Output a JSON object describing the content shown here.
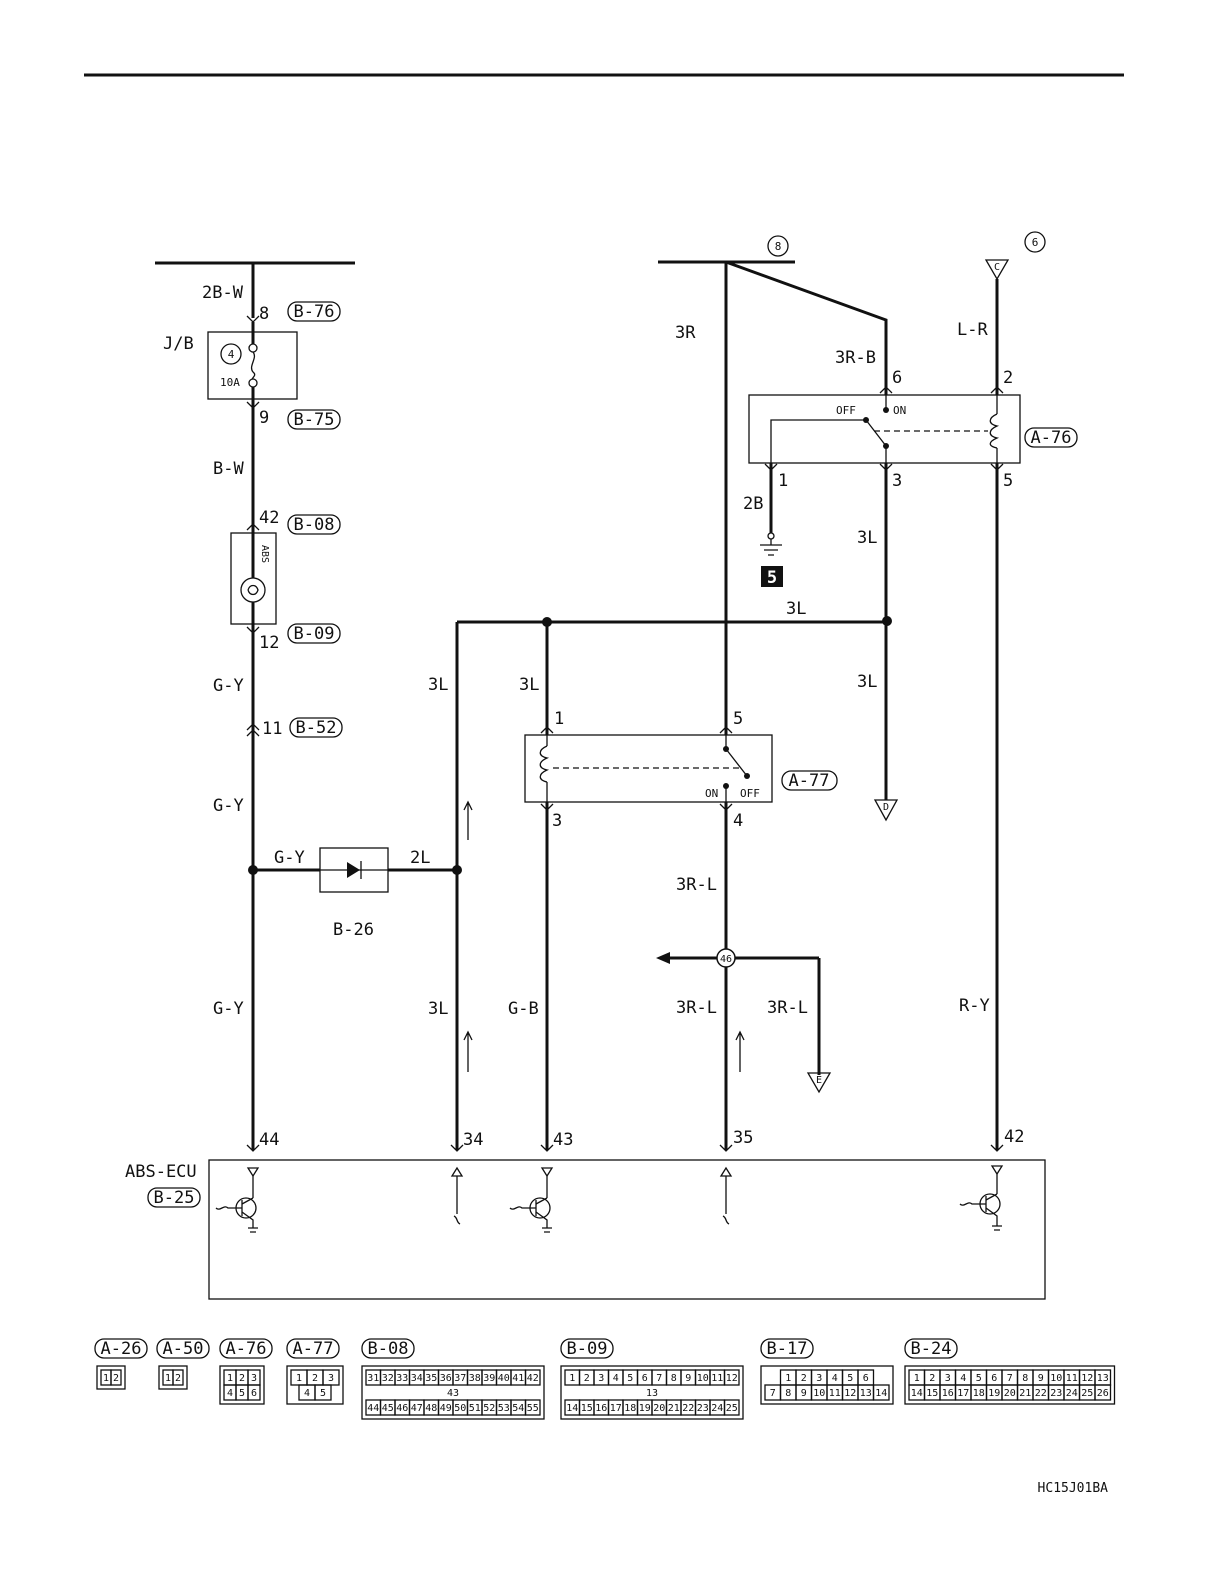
{
  "wire_colors": {
    "w_2bw": "2B-W",
    "w_bw": "B-W",
    "w_gy1": "G-Y",
    "w_gy2": "G-Y",
    "w_gy3": "G-Y",
    "w_gy4": "G-Y",
    "w_2l": "2L",
    "w_3l_left1": "3L",
    "w_3l_left2": "3L",
    "w_3l_relay": "3L",
    "w_3l_top": "3L",
    "w_3l_right1": "3L",
    "w_3l_right2": "3L",
    "w_gb": "G-B",
    "w_3r": "3R",
    "w_3rb": "3R-B",
    "w_2b": "2B",
    "w_lr": "L-R",
    "w_3rl1": "3R-L",
    "w_3rl2": "3R-L",
    "w_3rl3": "3R-L",
    "w_ry": "R-Y"
  },
  "connectors": {
    "b76": "B-76",
    "b75": "B-75",
    "b08": "B-08",
    "b09": "B-09",
    "b52": "B-52",
    "a76": "A-76",
    "a77": "A-77",
    "b25": "B-25"
  },
  "components": {
    "jb": "J/B",
    "fuse_num": "4",
    "fuse_rating": "10A",
    "abs_lamp": "ABS",
    "diode": "B-26",
    "ecu": "ABS-ECU",
    "ground_num": "5",
    "splice": "46"
  },
  "relay_labels": {
    "off": "OFF",
    "on": "ON"
  },
  "refs": {
    "top8": "8",
    "top6": "6",
    "conn_c": "C",
    "conn_d": "D",
    "conn_e": "E"
  },
  "terminals": {
    "t8": "8",
    "t9": "9",
    "t42": "42",
    "t12": "12",
    "t11": "11",
    "a76_6": "6",
    "a76_2": "2",
    "a76_1": "1",
    "a76_3": "3",
    "a76_5": "5",
    "a77_1": "1",
    "a77_5": "5",
    "a77_3": "3",
    "a77_4": "4",
    "ecu_44": "44",
    "ecu_34": "34",
    "ecu_43": "43",
    "ecu_35": "35",
    "ecu_42": "42"
  },
  "legend": [
    {
      "id": "A-26",
      "rows": [
        [
          "1",
          "2"
        ]
      ]
    },
    {
      "id": "A-50",
      "rows": [
        [
          "1",
          "2"
        ]
      ]
    },
    {
      "id": "A-76",
      "rows": [
        [
          "1",
          "2",
          "3"
        ],
        [
          "4",
          "5",
          "6"
        ]
      ]
    },
    {
      "id": "A-77",
      "rows": [
        [
          "1",
          "2",
          "3"
        ],
        [
          "4",
          "5"
        ]
      ]
    },
    {
      "id": "B-08",
      "rows": [
        [
          "31",
          "32",
          "33",
          "34",
          "35",
          "36",
          "37",
          "38",
          "39",
          "40",
          "41",
          "42"
        ],
        [
          "43"
        ],
        [
          "44",
          "45",
          "46",
          "47",
          "48",
          "49",
          "50",
          "51",
          "52",
          "53",
          "54",
          "55"
        ]
      ]
    },
    {
      "id": "B-09",
      "rows": [
        [
          "1",
          "2",
          "3",
          "4",
          "5",
          "6",
          "7",
          "8",
          "9",
          "10",
          "11",
          "12"
        ],
        [
          "13"
        ],
        [
          "14",
          "15",
          "16",
          "17",
          "18",
          "19",
          "20",
          "21",
          "22",
          "23",
          "24",
          "25"
        ]
      ]
    },
    {
      "id": "B-17",
      "rows": [
        [
          "1",
          "2",
          "3",
          "4",
          "5",
          "6"
        ],
        [
          "7",
          "8",
          "9",
          "10",
          "11",
          "12",
          "13",
          "14"
        ]
      ]
    },
    {
      "id": "B-24",
      "rows": [
        [
          "1",
          "2",
          "3",
          "4",
          "5",
          "6",
          "7",
          "8",
          "9",
          "10",
          "11",
          "12",
          "13"
        ],
        [
          "14",
          "15",
          "16",
          "17",
          "18",
          "19",
          "20",
          "21",
          "22",
          "23",
          "24",
          "25",
          "26"
        ]
      ]
    }
  ],
  "diagram_code": "HC15J01BA"
}
